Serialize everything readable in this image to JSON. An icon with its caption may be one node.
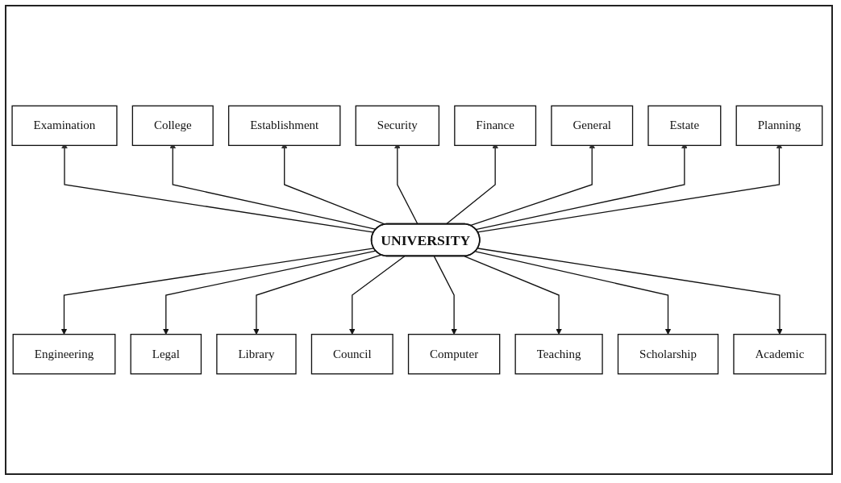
{
  "diagram": {
    "nodes": [
      {
        "text": [
          "UNIVERSITY"
        ]
      },
      {
        "text": [
          "Examination"
        ]
      },
      {
        "text": [
          "College"
        ]
      },
      {
        "text": [
          "Establishment"
        ]
      },
      {
        "text": [
          "Security"
        ]
      },
      {
        "text": [
          "Finance"
        ]
      },
      {
        "text": [
          "General"
        ]
      },
      {
        "text": [
          "Estate"
        ]
      },
      {
        "text": [
          "Planning"
        ]
      },
      {
        "text": [
          "Engineering"
        ]
      },
      {
        "text": [
          "Legal"
        ]
      },
      {
        "text": [
          "Library"
        ]
      },
      {
        "text": [
          "Council"
        ]
      },
      {
        "text": [
          "Computer"
        ]
      },
      {
        "text": [
          "Teaching"
        ]
      },
      {
        "text": [
          "Scholarship"
        ]
      },
      {
        "text": [
          "Academic"
        ]
      }
    ],
    "edges": [
      {
        "from": 0,
        "to": 1,
        "arrow": "to"
      },
      {
        "from": 0,
        "to": 2,
        "arrow": "to"
      },
      {
        "from": 0,
        "to": 3,
        "arrow": "to"
      },
      {
        "from": 0,
        "to": 4,
        "arrow": "to"
      },
      {
        "from": 0,
        "to": 5,
        "arrow": "to"
      },
      {
        "from": 0,
        "to": 6,
        "arrow": "to"
      },
      {
        "from": 0,
        "to": 7,
        "arrow": "to"
      },
      {
        "from": 0,
        "to": 8,
        "arrow": "to"
      },
      {
        "from": 0,
        "to": 9,
        "arrow": "to"
      },
      {
        "from": 0,
        "to": 10,
        "arrow": "to"
      },
      {
        "from": 0,
        "to": 11,
        "arrow": "to"
      },
      {
        "from": 0,
        "to": 12,
        "arrow": "to"
      },
      {
        "from": 0,
        "to": 13,
        "arrow": "to"
      },
      {
        "from": 0,
        "to": 14,
        "arrow": "to"
      },
      {
        "from": 0,
        "to": 15,
        "arrow": "to"
      },
      {
        "from": 0,
        "to": 16,
        "arrow": "to"
      }
    ]
  }
}
